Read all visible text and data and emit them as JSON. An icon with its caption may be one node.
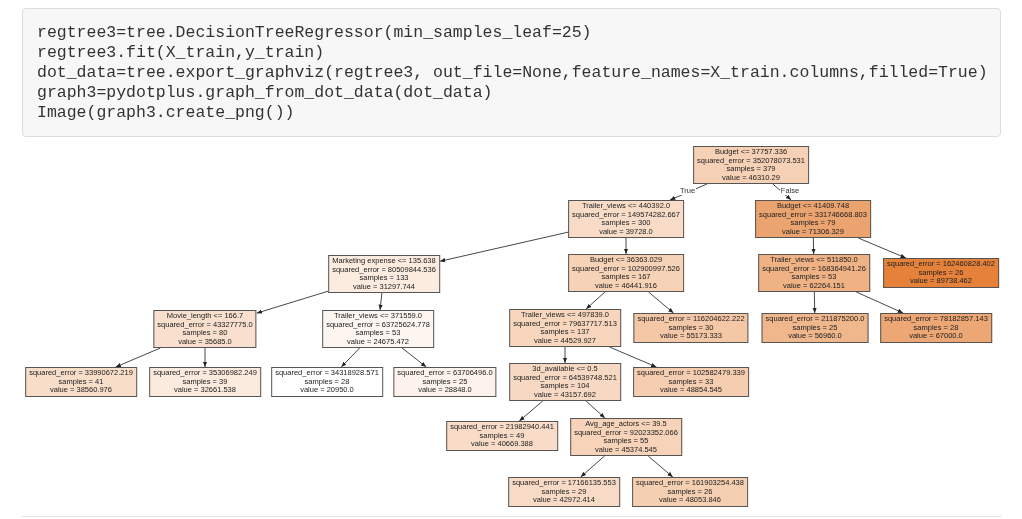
{
  "diagram": {
    "nodes": [
      {
        "text": [
          "Budget <= 37757.336",
          "squared_error = 352078073.531",
          "samples = 379",
          "value = 46310.29"
        ]
      },
      {
        "text": [
          "Trailer_views <= 440392.0",
          "squared_error = 149574282.667",
          "samples = 300",
          "value = 39728.0"
        ]
      },
      {
        "text": [
          "Budget <= 41409.748",
          "squared_error = 331746668.803",
          "samples = 79",
          "value = 71306.329"
        ]
      },
      {
        "text": [
          "Marketing expense <= 135.638",
          "squared_error = 80509844.536",
          "samples = 133",
          "value = 31297.744"
        ]
      },
      {
        "text": [
          "Budget <= 36363.029",
          "squared_error = 102900997.526",
          "samples = 167",
          "value = 46441.916"
        ]
      },
      {
        "text": [
          "Trailer_views <= 511850.0",
          "squared_error = 168364941.26",
          "samples = 53",
          "value = 62264.151"
        ]
      },
      {
        "text": [
          "squared_error = 162460828.402",
          "samples = 26",
          "value = 89738.462"
        ]
      },
      {
        "text": [
          "Movie_length <= 166.7",
          "squared_error = 43327775.0",
          "samples = 80",
          "value = 35685.0"
        ]
      },
      {
        "text": [
          "Trailer_views <= 371559.0",
          "squared_error = 63725624.778",
          "samples = 53",
          "value = 24675.472"
        ]
      },
      {
        "text": [
          "Trailer_views <= 497839.0",
          "squared_error = 79637717.513",
          "samples = 137",
          "value = 44529.927"
        ]
      },
      {
        "text": [
          "squared_error = 116204622.222",
          "samples = 30",
          "value = 55173.333"
        ]
      },
      {
        "text": [
          "squared_error = 211875200.0",
          "samples = 25",
          "value = 56960.0"
        ]
      },
      {
        "text": [
          "squared_error = 78182857.143",
          "samples = 28",
          "value = 67000.0"
        ]
      },
      {
        "text": [
          "squared_error = 33990672.219",
          "samples = 41",
          "value = 38560.976"
        ]
      },
      {
        "text": [
          "squared_error = 35306982.249",
          "samples = 39",
          "value = 32661.538"
        ]
      },
      {
        "text": [
          "squared_error = 34318928.571",
          "samples = 28",
          "value = 20950.0"
        ]
      },
      {
        "text": [
          "squared_error = 63706496.0",
          "samples = 25",
          "value = 28848.0"
        ]
      },
      {
        "text": [
          "3d_available <= 0.5",
          "squared_error = 64539748.521",
          "samples = 104",
          "value = 43157.692"
        ]
      },
      {
        "text": [
          "squared_error = 102582479.339",
          "samples = 33",
          "value = 48854.545"
        ]
      },
      {
        "text": [
          "squared_error = 21982940.441",
          "samples = 49",
          "value = 40669.388"
        ]
      },
      {
        "text": [
          "Avg_age_actors <= 39.5",
          "squared_error = 92023352.066",
          "samples = 55",
          "value = 45374.545"
        ]
      },
      {
        "text": [
          "squared_error = 17166135.553",
          "samples = 29",
          "value = 42972.414"
        ]
      },
      {
        "text": [
          "squared_error = 161903254.438",
          "samples = 26",
          "value = 48053.846"
        ]
      }
    ],
    "edges": [
      {
        "from": 0,
        "to": 1,
        "arrow": "to",
        "label": "True"
      },
      {
        "from": 0,
        "to": 2,
        "arrow": "to",
        "label": "False"
      },
      {
        "from": 1,
        "to": 3,
        "arrow": "to"
      },
      {
        "from": 1,
        "to": 4,
        "arrow": "to"
      },
      {
        "from": 2,
        "to": 5,
        "arrow": "to"
      },
      {
        "from": 2,
        "to": 6,
        "arrow": "to"
      },
      {
        "from": 3,
        "to": 7,
        "arrow": "to"
      },
      {
        "from": 3,
        "to": 8,
        "arrow": "to"
      },
      {
        "from": 4,
        "to": 9,
        "arrow": "to"
      },
      {
        "from": 4,
        "to": 10,
        "arrow": "to"
      },
      {
        "from": 5,
        "to": 11,
        "arrow": "to"
      },
      {
        "from": 5,
        "to": 12,
        "arrow": "to"
      },
      {
        "from": 7,
        "to": 13,
        "arrow": "to"
      },
      {
        "from": 7,
        "to": 14,
        "arrow": "to"
      },
      {
        "from": 8,
        "to": 15,
        "arrow": "to"
      },
      {
        "from": 8,
        "to": 16,
        "arrow": "to"
      },
      {
        "from": 9,
        "to": 17,
        "arrow": "to"
      },
      {
        "from": 9,
        "to": 18,
        "arrow": "to"
      },
      {
        "from": 17,
        "to": 19,
        "arrow": "to"
      },
      {
        "from": 17,
        "to": 20,
        "arrow": "to"
      },
      {
        "from": 20,
        "to": 21,
        "arrow": "to"
      },
      {
        "from": 20,
        "to": 22,
        "arrow": "to"
      }
    ],
    "labels": [
      "regtree3=tree.DecisionTreeRegressor(min_samples_leaf=25)",
      "regtree3.fit(X_train,y_train)",
      "dot_data=tree.export_graphviz(regtree3, out_file=None,feature_names=X_train.columns,filled=True)",
      "graph3=pydotplus.graph_from_dot_data(dot_data)",
      "Image(graph3.create_png())"
    ]
  }
}
